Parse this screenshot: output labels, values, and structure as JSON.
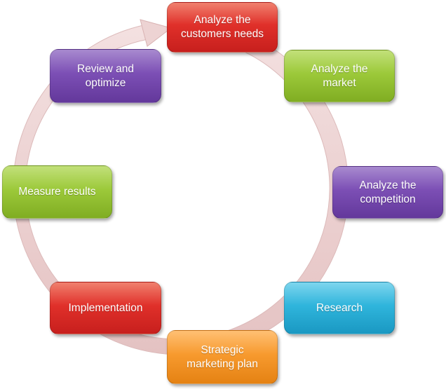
{
  "diagram": {
    "steps": [
      {
        "label": "Analyze the\ncustomers needs",
        "color": "#d8302a"
      },
      {
        "label": "Analyze the\nmarket",
        "color": "#92c13a"
      },
      {
        "label": "Analyze the\ncompetition",
        "color": "#7548ad"
      },
      {
        "label": "Research",
        "color": "#2ab0d8"
      },
      {
        "label": "Strategic\nmarketing plan",
        "color": "#f4922a"
      },
      {
        "label": "Implementation",
        "color": "#d2302c"
      },
      {
        "label": "Measure results",
        "color": "#92c13a"
      },
      {
        "label": "Review and\noptimize",
        "color": "#7548ad"
      }
    ],
    "cycle_arrow_color": "#e8c8c8"
  }
}
